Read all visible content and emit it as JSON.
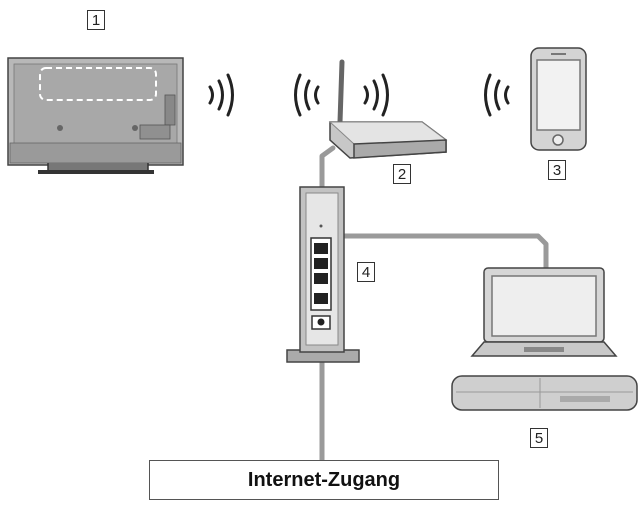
{
  "callouts": {
    "tv": "1",
    "router": "2",
    "smartphone": "3",
    "switch": "4",
    "recorder": "5"
  },
  "internet_access_label": "Internet-Zugang"
}
